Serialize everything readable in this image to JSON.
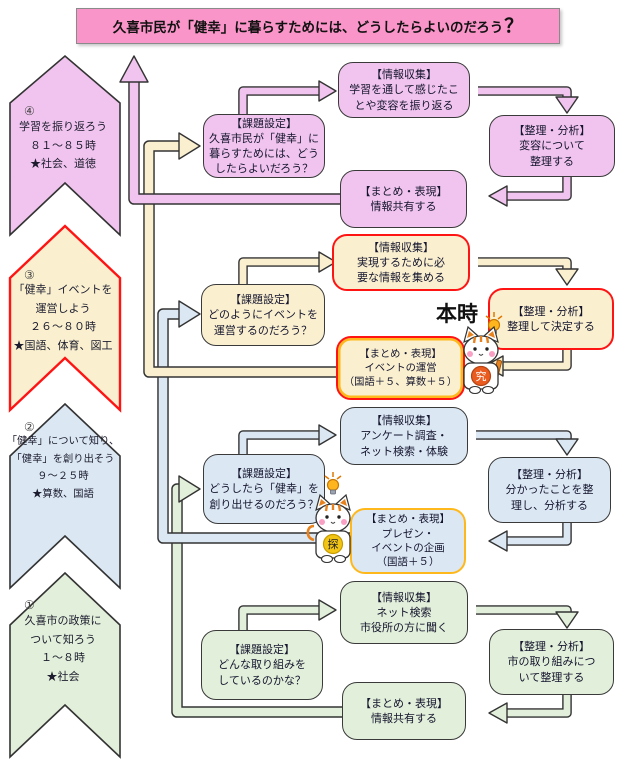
{
  "title": {
    "text": "久喜市民が「健幸」に暮らすためには、どうしたらよいのだろう",
    "question_mark": "？"
  },
  "colors": {
    "pink": "#F995C8",
    "plum": "#F0C4EE",
    "cream": "#FAF0D0",
    "blue": "#DBE8F4",
    "green": "#E2EFDA",
    "red": "#FF1414",
    "orange": "#FFB81C",
    "ink": "#333333"
  },
  "banners": [
    {
      "num": "④",
      "text": "学習を振り返ろう\n８１～８５時\n★社会、道徳"
    },
    {
      "num": "③",
      "text": "「健幸」イベントを\n運営しよう\n２６～８０時\n★国語、体育、図工"
    },
    {
      "num": "②",
      "text": "「健幸」について知り、\n「健幸」を創り出そう\n９～２５時\n★算数、国語"
    },
    {
      "num": "①",
      "text": "久喜市の政策に\nついて知ろう\n１～８時\n★社会"
    }
  ],
  "phases": [
    {
      "id": "4",
      "kadai": "【課題設定】\n久喜市民が「健幸」に\n暮らすためには、どう\nしたらよいだろう？",
      "joho": "【情報収集】\n学習を通して感じたこ\nとや変容を振り返る",
      "seiri": "【整理・分析】\n変容について\n整理する",
      "matome": "【まとめ・表現】\n情報共有する"
    },
    {
      "id": "3",
      "kadai": "【課題設定】\nどのようにイベントを\n運営するのだろう？",
      "joho": "【情報収集】\n実現するために必\n要な情報を集める",
      "seiri": "【整理・分析】\n整理して決定する",
      "matome": "【まとめ・表現】\nイベントの運営\n（国語＋５、算数＋５）"
    },
    {
      "id": "2",
      "kadai": "【課題設定】\nどうしたら「健幸」を\n創り出せるのだろう？",
      "joho": "【情報収集】\nアンケート調査・\nネット検索・体験",
      "seiri": "【整理・分析】\n分かったことを整\n理し、分析する",
      "matome": "【まとめ・表現】\nプレゼン・\nイベントの企画\n（国語＋５）"
    },
    {
      "id": "1",
      "kadai": "【課題設定】\nどんな取り組みを\nしているのかな？",
      "joho": "【情報収集】\nネット検索\n市役所の方に聞く",
      "seiri": "【整理・分析】\n市の取り組みにつ\nいて整理する",
      "matome": "【まとめ・表現】\n情報共有する"
    }
  ],
  "honji_label": "本時",
  "mascots": {
    "kyu": "究",
    "tan": "探"
  }
}
